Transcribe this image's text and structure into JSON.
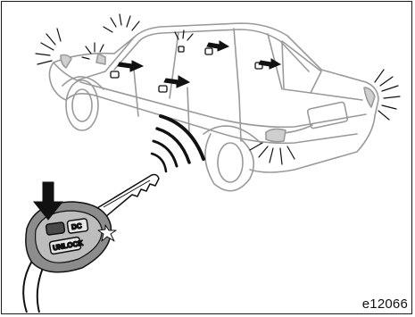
{
  "figure": {
    "code": "e12066",
    "key_button_label": "UNLOCK",
    "key_logo_text": "DC"
  },
  "colors": {
    "line": "#1a1a1a",
    "car_outline": "#9a9a9a",
    "key_body": "#8c8c8c",
    "background": "#ffffff"
  },
  "icons": [
    "car-illustration",
    "remote-key-icon",
    "press-arrow-icon",
    "signal-waves-icon",
    "lock-arrow-icon",
    "light-flash-icon"
  ]
}
